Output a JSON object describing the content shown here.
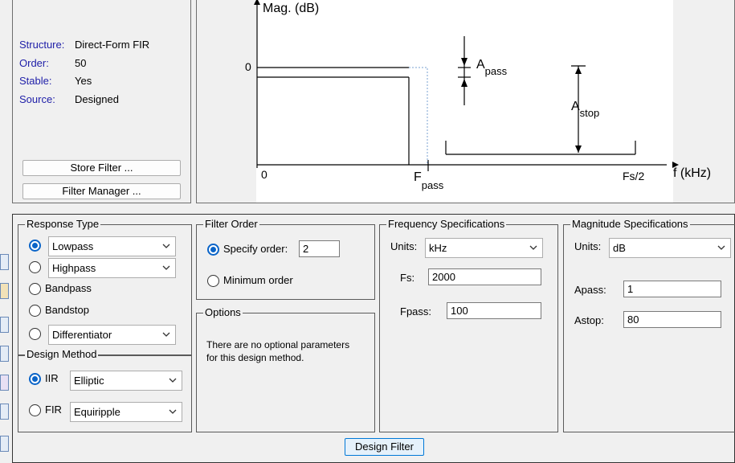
{
  "info": {
    "rows": [
      {
        "label": "Structure:",
        "value": "Direct-Form FIR"
      },
      {
        "label": "Order:",
        "value": "50"
      },
      {
        "label": "Stable:",
        "value": "Yes"
      },
      {
        "label": "Source:",
        "value": "Designed"
      }
    ],
    "store_filter": "Store Filter ...",
    "filter_manager": "Filter Manager ..."
  },
  "diagram": {
    "ylabel": "Mag. (dB)",
    "zero_y": "0",
    "zero_x": "0",
    "fpass_main": "F",
    "fpass_sub": "pass",
    "fs2": "Fs/2",
    "xlabel": "f (kHz)",
    "apass_main": "A",
    "apass_sub": "pass",
    "astop_main": "A",
    "astop_sub": "stop"
  },
  "response_type": {
    "title": "Response Type",
    "options": [
      {
        "label": "Lowpass",
        "selected": true
      },
      {
        "label": "Highpass",
        "selected": false
      },
      {
        "label": "Bandpass",
        "selected": false
      },
      {
        "label": "Bandstop",
        "selected": false
      },
      {
        "label": "Differentiator",
        "selected": false
      }
    ]
  },
  "design_method": {
    "title": "Design Method",
    "iir_label": "IIR",
    "iir_value": "Elliptic",
    "fir_label": "FIR",
    "fir_value": "Equiripple",
    "selected": "IIR"
  },
  "filter_order": {
    "title": "Filter Order",
    "specify_label": "Specify order:",
    "specify_value": "2",
    "minimum_label": "Minimum order",
    "selected": "specify"
  },
  "options": {
    "title": "Options",
    "text_line1": "There are no optional parameters",
    "text_line2": "for this design method."
  },
  "freq_specs": {
    "title": "Frequency Specifications",
    "units_label": "Units:",
    "units_value": "kHz",
    "fs_label": "Fs:",
    "fs_value": "2000",
    "fpass_label": "Fpass:",
    "fpass_value": "100"
  },
  "mag_specs": {
    "title": "Magnitude Specifications",
    "units_label": "Units:",
    "units_value": "dB",
    "apass_label": "Apass:",
    "apass_value": "1",
    "astop_label": "Astop:",
    "astop_value": "80"
  },
  "design_button": "Design Filter",
  "colors": {
    "label_blue": "#1e1ea8",
    "radio_blue": "#0a64c8"
  }
}
